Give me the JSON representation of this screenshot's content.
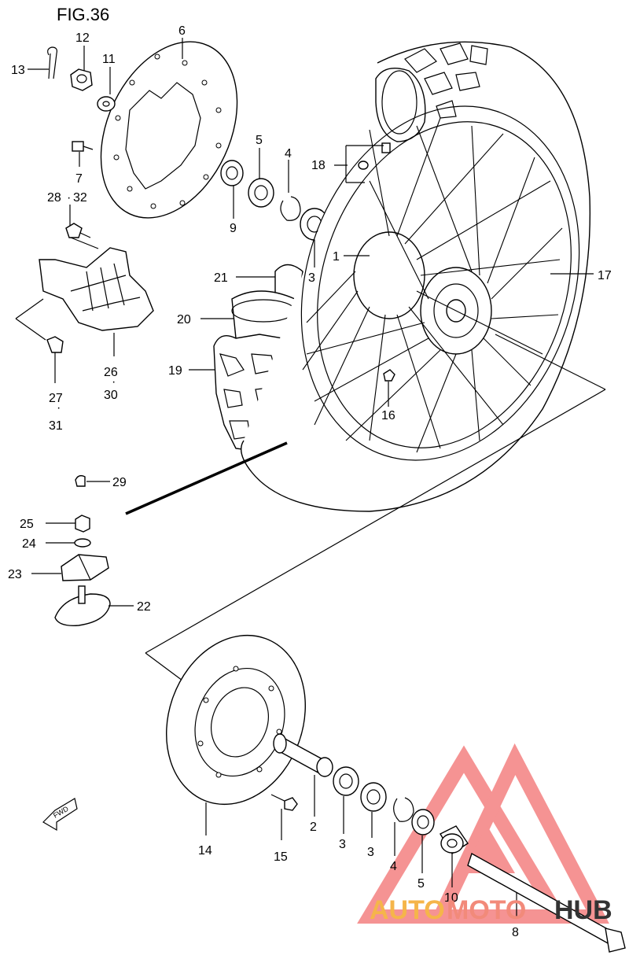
{
  "figure": {
    "title": "FIG.36"
  },
  "watermark": {
    "text_auto": "AUTO",
    "text_moto": "MOTO",
    "text_hub": "HUB",
    "color_auto": "#f5b54a",
    "color_moto": "#f28a7a",
    "color_hub": "#333333",
    "logo_color": "#f26f6f"
  },
  "fwd_arrow": {
    "label": "FWD"
  },
  "callouts": {
    "c1": "1",
    "c2": "2",
    "c3a": "3",
    "c3b": "3",
    "c3c": "3",
    "c4a": "4",
    "c4b": "4",
    "c5a": "5",
    "c5b": "5",
    "c6": "6",
    "c7": "7",
    "c8": "8",
    "c9": "9",
    "c10": "10",
    "c11": "11",
    "c12": "12",
    "c13": "13",
    "c14": "14",
    "c15": "15",
    "c16": "16",
    "c17": "17",
    "c18": "18",
    "c19": "19",
    "c20": "20",
    "c21": "21",
    "c22": "22",
    "c23": "23",
    "c24": "24",
    "c25": "25",
    "c26": "26",
    "c27": "27",
    "c28": "28",
    "c29": "29",
    "c30": "30",
    "c31": "31",
    "c32": "32",
    "dot": "·"
  }
}
